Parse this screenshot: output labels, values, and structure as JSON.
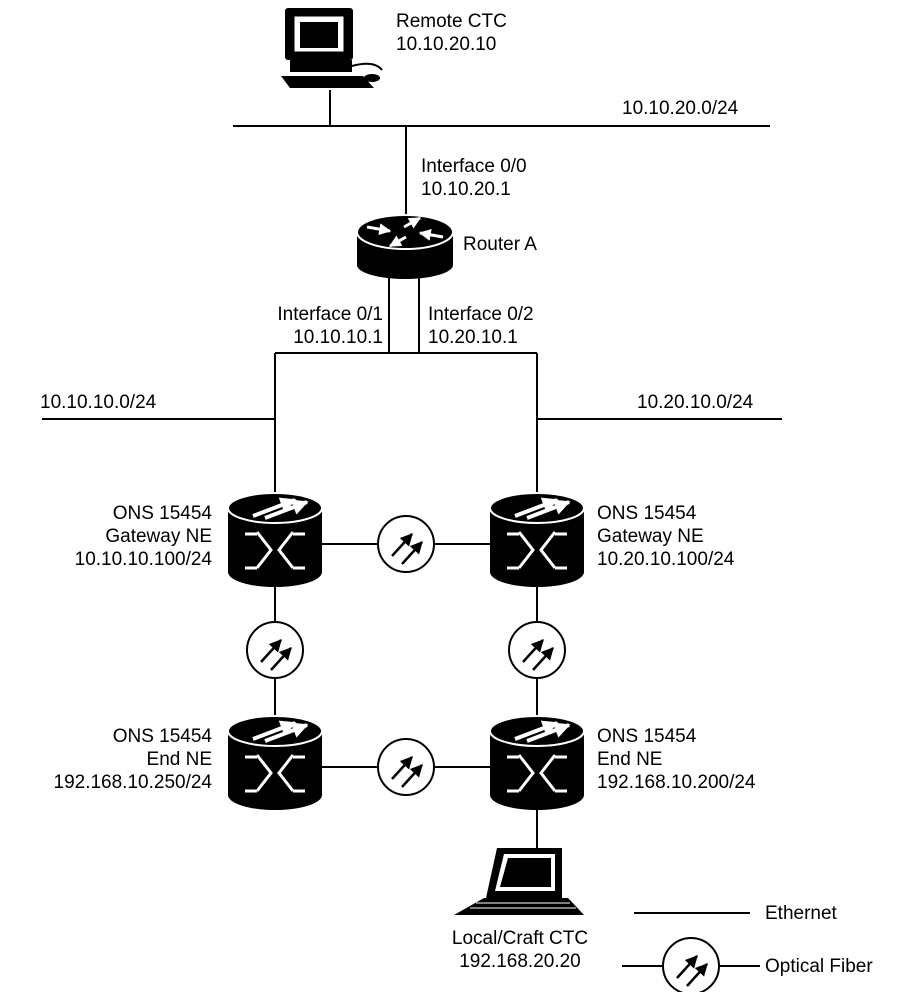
{
  "remote_ctc": {
    "name": "Remote CTC",
    "ip": "10.10.20.10"
  },
  "subnets": {
    "top": "10.10.20.0/24",
    "left": "10.10.10.0/24",
    "right": "10.20.10.0/24"
  },
  "router": {
    "name": "Router A",
    "if0": {
      "name": "Interface 0/0",
      "ip": "10.10.20.1"
    },
    "if1": {
      "name": "Interface 0/1",
      "ip": "10.10.10.1"
    },
    "if2": {
      "name": "Interface 0/2",
      "ip": "10.20.10.1"
    }
  },
  "nodes": {
    "gw_left": {
      "model": "ONS 15454",
      "role": "Gateway NE",
      "ip": "10.10.10.100/24"
    },
    "gw_right": {
      "model": "ONS 15454",
      "role": "Gateway NE",
      "ip": "10.20.10.100/24"
    },
    "end_left": {
      "model": "ONS 15454",
      "role": "End NE",
      "ip": "192.168.10.250/24"
    },
    "end_right": {
      "model": "ONS 15454",
      "role": "End NE",
      "ip": "192.168.10.200/24"
    }
  },
  "local_ctc": {
    "name": "Local/Craft CTC",
    "ip": "192.168.20.20"
  },
  "legend": {
    "ethernet": "Ethernet",
    "optical": "Optical Fiber"
  }
}
